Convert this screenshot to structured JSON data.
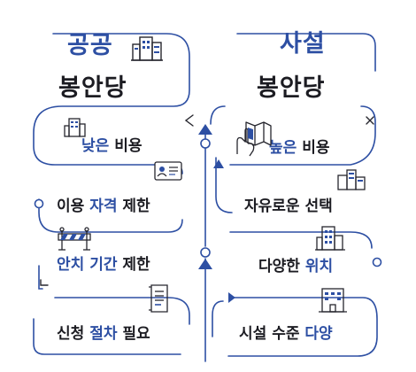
{
  "public": {
    "title_line1": "공공",
    "title_line2": "봉안당",
    "items": [
      {
        "parts": [
          {
            "text": "낮은",
            "accent": true
          },
          {
            "text": " 비용",
            "accent": false
          }
        ],
        "icon": "building-icon"
      },
      {
        "parts": [
          {
            "text": "이용 ",
            "accent": false
          },
          {
            "text": "자격",
            "accent": true
          },
          {
            "text": " 제한",
            "accent": false
          }
        ],
        "icon": "id-card-icon"
      },
      {
        "parts": [
          {
            "text": "안치 기간",
            "accent": true
          },
          {
            "text": " 제한",
            "accent": false
          }
        ],
        "icon": "barrier-icon"
      },
      {
        "parts": [
          {
            "text": "신청 ",
            "accent": false
          },
          {
            "text": "절차",
            "accent": true
          },
          {
            "text": " 필요",
            "accent": false
          }
        ],
        "icon": "document-icon"
      }
    ]
  },
  "private": {
    "title_line1": "사설",
    "title_line2": "봉안당",
    "items": [
      {
        "parts": [
          {
            "text": "높은",
            "accent": true
          },
          {
            "text": " 비용",
            "accent": false
          }
        ],
        "icon": "map-hand-icon"
      },
      {
        "parts": [
          {
            "text": "자유로운 선택",
            "accent": false
          }
        ],
        "icon": "buildings-icon"
      },
      {
        "parts": [
          {
            "text": "다양한 ",
            "accent": false
          },
          {
            "text": "위치",
            "accent": true
          }
        ],
        "icon": "city-icon"
      },
      {
        "parts": [
          {
            "text": "시설 수준 ",
            "accent": false
          },
          {
            "text": "다양",
            "accent": true
          }
        ],
        "icon": "office-icon"
      }
    ]
  },
  "colors": {
    "accent": "#2d4fa3",
    "text": "#1c1c22",
    "line": "#2d4fa3",
    "ink": "#26262e"
  }
}
